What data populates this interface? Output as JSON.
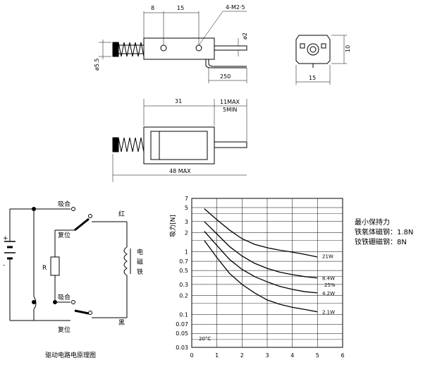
{
  "top_view": {
    "dim_left": "8",
    "dim_mid": "15",
    "dim_holes": "4-M2·5",
    "dim_shaft": "ø2",
    "dim_plunger": "ø5.5",
    "dim_lead": "250"
  },
  "end_view": {
    "dim_height": "10",
    "dim_width": "15"
  },
  "side_view": {
    "dim_length": "31",
    "dim_max": "11MAX",
    "dim_min": "5MIN",
    "dim_total": "48 MAX"
  },
  "circuit": {
    "title": "驱动电路电原理图",
    "pull_top": "吸合",
    "reset_top": "复位",
    "pull_bottom": "吸合",
    "reset_bottom": "复位",
    "resistor": "R",
    "battery_plus": "+",
    "battery_minus": "-",
    "wire_red": "红",
    "wire_black": "黑",
    "coil_label": [
      "电",
      "磁",
      "铁"
    ]
  },
  "spec": {
    "heading": "最小保持力",
    "line1": "铁氧体磁钢：1.8N",
    "line2": "钕铁硼磁钢：8N"
  },
  "chart_data": {
    "type": "line",
    "ylabel": "吸力[N]",
    "xlabel": "",
    "y_scale": "log",
    "xlim": [
      0,
      6
    ],
    "ylim": [
      0.03,
      7
    ],
    "x_ticks": [
      "0",
      "1",
      "2",
      "3",
      "4",
      "5",
      "6"
    ],
    "y_ticks": [
      "7",
      "5",
      "3",
      "2",
      "1",
      "0.7",
      "0.5",
      "0.3",
      "0.2",
      "0.1",
      "0.07",
      "0.05",
      "0.03"
    ],
    "grid": true,
    "annotation": "20°C",
    "series": [
      {
        "name": "21W",
        "x": [
          0.5,
          1,
          1.5,
          2,
          2.5,
          3,
          3.5,
          4,
          4.5,
          5
        ],
        "y": [
          4.8,
          3.2,
          2.2,
          1.6,
          1.3,
          1.15,
          1.05,
          0.98,
          0.9,
          0.82
        ]
      },
      {
        "name": "8.4W",
        "x": [
          0.5,
          1,
          1.5,
          2,
          2.5,
          3,
          3.5,
          4,
          4.5,
          5
        ],
        "y": [
          3.0,
          1.9,
          1.2,
          0.85,
          0.65,
          0.54,
          0.47,
          0.43,
          0.4,
          0.38
        ]
      },
      {
        "name": "25%",
        "x": [],
        "y": []
      },
      {
        "name": "4.2W",
        "x": [
          0.5,
          1,
          1.5,
          2,
          2.5,
          3,
          3.5,
          4,
          4.5,
          5
        ],
        "y": [
          2.1,
          1.25,
          0.75,
          0.52,
          0.4,
          0.33,
          0.28,
          0.25,
          0.23,
          0.22
        ]
      },
      {
        "name": "2.1W",
        "x": [
          0.5,
          1,
          1.5,
          2,
          2.5,
          3,
          3.5,
          4,
          4.5,
          5
        ],
        "y": [
          1.5,
          0.8,
          0.45,
          0.3,
          0.22,
          0.17,
          0.145,
          0.13,
          0.12,
          0.11
        ]
      }
    ]
  }
}
